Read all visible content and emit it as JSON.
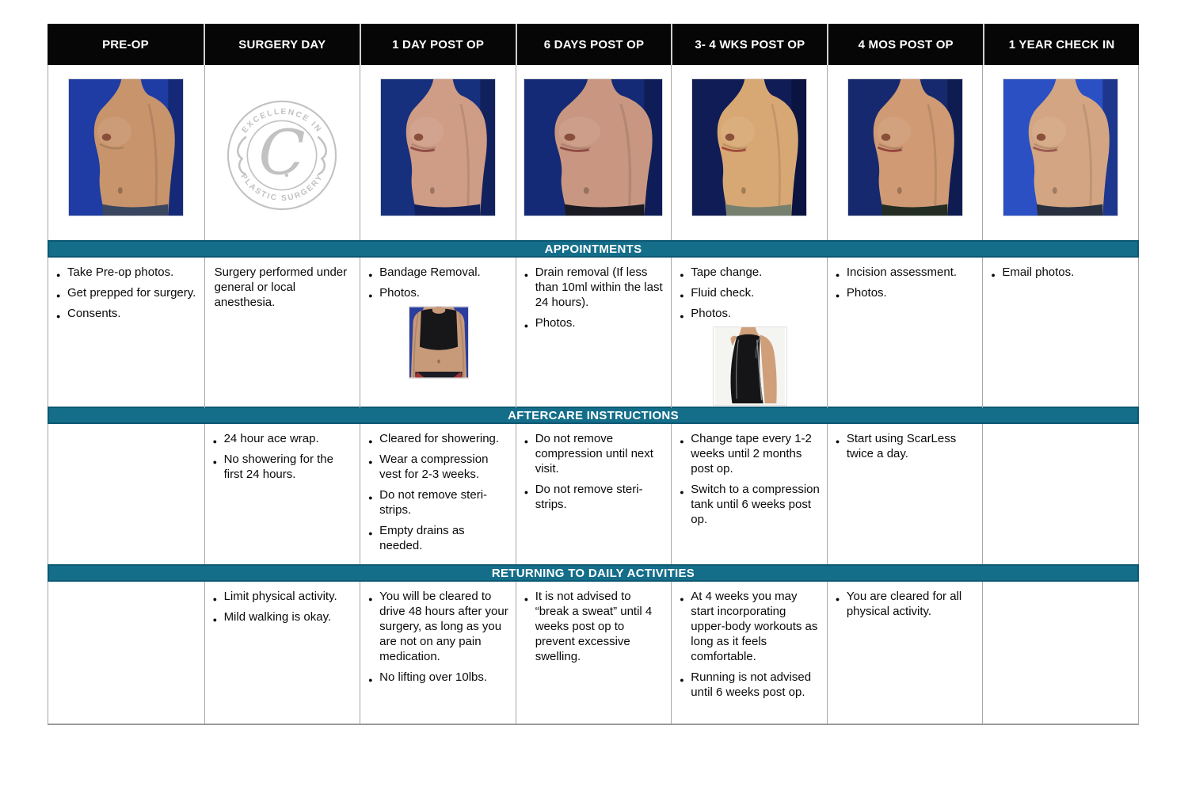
{
  "sections": {
    "appointments": "APPOINTMENTS",
    "aftercare": "AFTERCARE INSTRUCTIONS",
    "activities": "RETURNING TO DAILY ACTIVITIES"
  },
  "colors": {
    "header_bg": "#060606",
    "banner_bg": "#146e8a",
    "banner_border": "#0c5872",
    "grid_line": "#a8a8a8",
    "logo_gray": "#c2c2c2"
  },
  "columns": [
    {
      "header": "PRE-OP",
      "photo": {
        "kind": "patient",
        "bg": "#1e3ca4",
        "skin": "#c7946c",
        "band": "#3a4660",
        "mark": "transparent"
      },
      "appointments": [
        "Take Pre-op photos.",
        "Get prepped for surgery.",
        "Consents."
      ],
      "aftercare": [],
      "activities": []
    },
    {
      "header": "SURGERY  DAY",
      "photo": {
        "kind": "logo",
        "arc_top": "EXCELLENCE IN",
        "arc_bottom": "PLASTIC SURGERY",
        "monogram": "C"
      },
      "appointments_note": "Surgery performed under general or local anesthesia.",
      "appointments": [],
      "aftercare": [
        "24 hour ace wrap.",
        "No showering for the first 24 hours."
      ],
      "activities": [
        "Limit physical activity.",
        "Mild walking is okay."
      ]
    },
    {
      "header": "1 DAY POST OP",
      "photo": {
        "kind": "patient",
        "bg": "#17307e",
        "skin": "#cf9c85",
        "band": "#11205c",
        "mark": "#8e4a42"
      },
      "appointments": [
        "Bandage Removal.",
        "Photos."
      ],
      "appointments_image": "compression-vest-photo",
      "aftercare": [
        "Cleared for showering.",
        "Wear a compression vest for 2-3 weeks.",
        "Do not remove steri-strips.",
        "Empty drains as needed."
      ],
      "activities": [
        "You will be cleared to drive 48 hours after your surgery, as long as you are not on any pain medication.",
        "No lifting over 10lbs."
      ]
    },
    {
      "header": "6  DAYS POST OP",
      "photo": {
        "kind": "patient",
        "bg": "#152a76",
        "skin": "#c99781",
        "band": "#1a1a24",
        "mark": "#8e4a42"
      },
      "appointments": [
        "Drain removal (If less than 10ml within the last 24 hours).",
        "Photos."
      ],
      "aftercare": [
        "Do not remove compression until next visit.",
        "Do not remove steri-strips."
      ],
      "activities": [
        "It is not advised to “break a sweat” until 4 weeks post op to prevent excessive swelling."
      ]
    },
    {
      "header": "3- 4 WKS POST OP",
      "photo": {
        "kind": "patient",
        "bg": "#101c55",
        "skin": "#d8a874",
        "band": "#76806f",
        "mark": "#a04a3c"
      },
      "appointments": [
        "Tape change.",
        "Fluid check.",
        "Photos."
      ],
      "appointments_image": "compression-tank-photo",
      "aftercare": [
        "Change tape every 1-2 weeks until 2 months post op.",
        "Switch to a compression tank until 6 weeks post op."
      ],
      "activities": [
        "At 4 weeks you may start incorporating upper-body workouts as long as it feels comfortable.",
        "Running is not advised until 6 weeks post op."
      ]
    },
    {
      "header": "4 MOS POST OP",
      "photo": {
        "kind": "patient",
        "bg": "#16296e",
        "skin": "#cf9a74",
        "band": "#232d23",
        "mark": "#93453c"
      },
      "appointments": [
        "Incision assessment.",
        "Photos."
      ],
      "aftercare": [
        "Start  using ScarLess twice a day."
      ],
      "activities": [
        "You are cleared for all physical activity."
      ]
    },
    {
      "header": "1 YEAR CHECK IN",
      "photo": {
        "kind": "patient",
        "bg": "#2a50c4",
        "skin": "#d3a582",
        "band": "#283040",
        "mark": "#9a5a50"
      },
      "appointments": [
        "Email photos."
      ],
      "aftercare": [],
      "activities": []
    }
  ]
}
